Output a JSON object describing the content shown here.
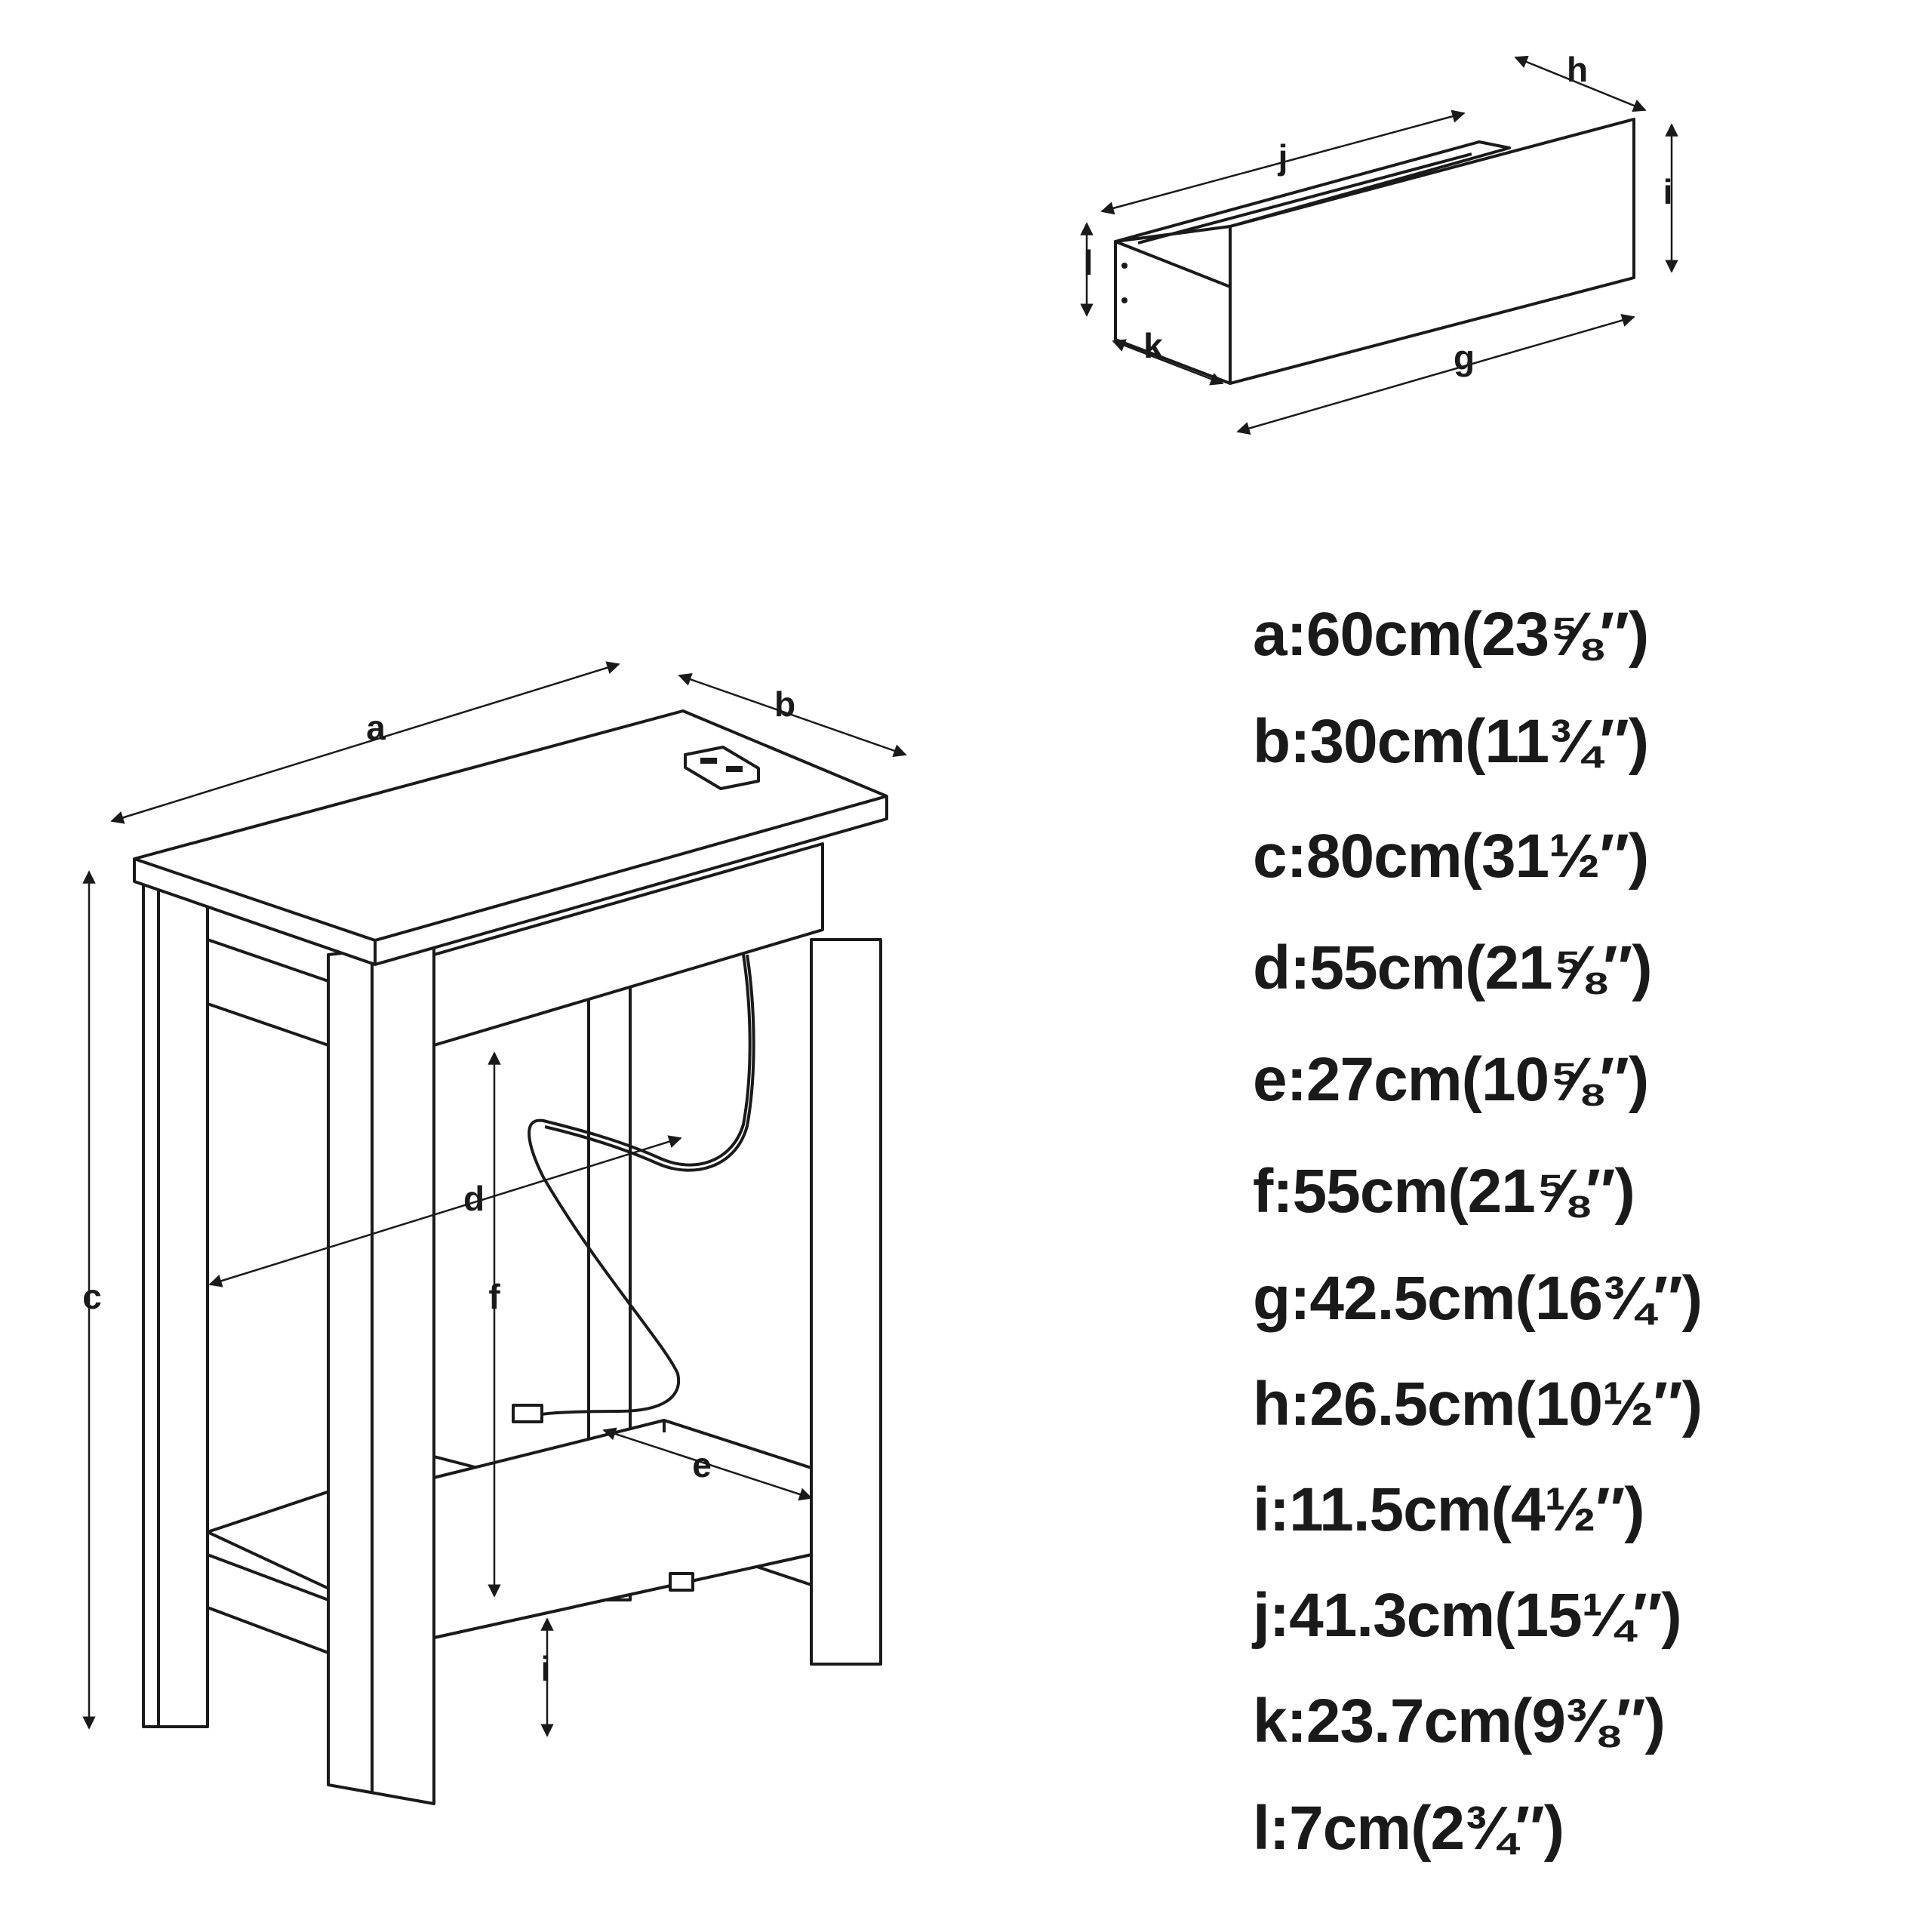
{
  "labels": {
    "a": "a",
    "b": "b",
    "c": "c",
    "d": "d",
    "e": "e",
    "f": "f",
    "g": "g",
    "h": "h",
    "i": "i",
    "j": "j",
    "k": "k",
    "l": "l"
  },
  "legend": [
    "a:60cm(23⅝″)",
    "b:30cm(11¾″)",
    "c:80cm(31½″)",
    "d:55cm(21⅝″)",
    "e:27cm(10⅝″)",
    "f:55cm(21⅝″)",
    "g:42.5cm(16¾″)",
    "h:26.5cm(10½″)",
    "i:11.5cm(4½″)",
    "j:41.3cm(15¼″)",
    "k:23.7cm(9⅜″)",
    "l:7cm(2¾″)"
  ]
}
